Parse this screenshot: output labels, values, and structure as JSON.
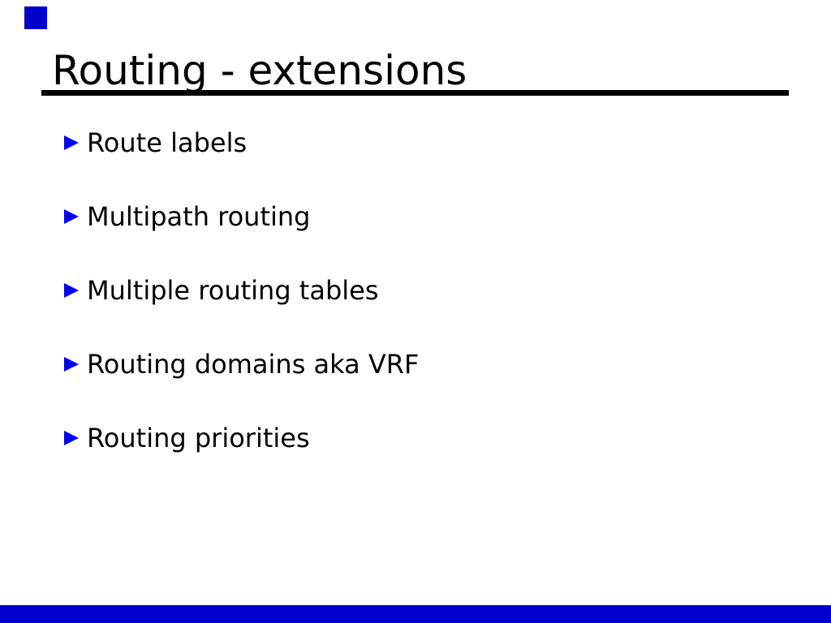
{
  "slide": {
    "title": "Routing - extensions",
    "bullets": [
      "Route labels",
      "Multipath routing",
      "Multiple routing tables",
      "Routing domains aka VRF",
      "Routing priorities"
    ],
    "colors": {
      "background": "#ffffff",
      "text": "#000000",
      "rule": "#000000",
      "bullet_marker": "#0000ee",
      "decoration": "#0000cc"
    }
  }
}
